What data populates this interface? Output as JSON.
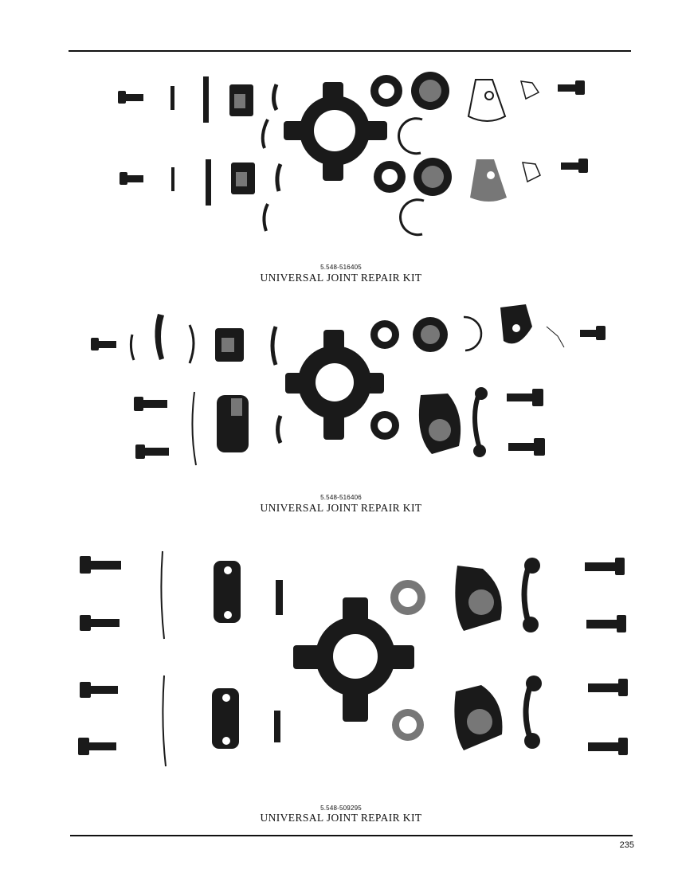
{
  "plates": [
    {
      "part_number": "5.548-516405",
      "caption": "UNIVERSAL JOINT REPAIR KIT"
    },
    {
      "part_number": "5.548-516406",
      "caption": "UNIVERSAL JOINT REPAIR KIT"
    },
    {
      "part_number": "5.548-509295",
      "caption": "UNIVERSAL JOINT REPAIR KIT"
    }
  ],
  "page_number": "235",
  "icons": [
    "bolt-icon",
    "seal-ring-icon",
    "bearing-cup-icon",
    "snap-ring-icon",
    "cross-spider-icon",
    "washer-icon",
    "lock-plate-icon",
    "bearing-strap-icon"
  ]
}
